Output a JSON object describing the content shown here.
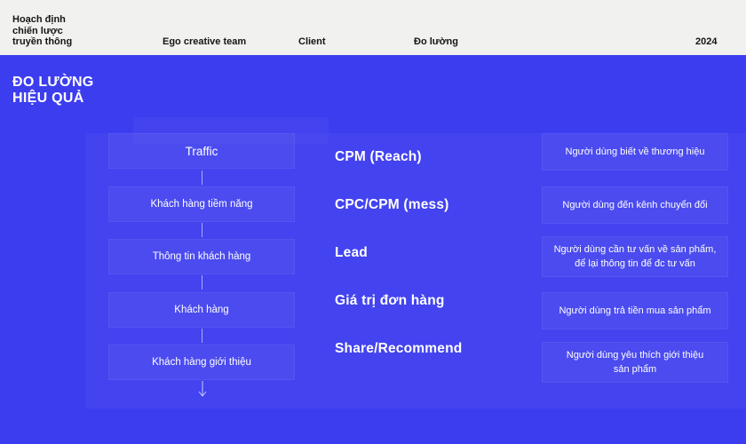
{
  "header": {
    "brand_lines": [
      "Hoạch định",
      "chiến lược",
      "truyền thông"
    ],
    "nav": [
      "Ego creative team",
      "Client",
      "Đo lường"
    ],
    "year": "2024"
  },
  "section": {
    "title_line1": "ĐO LƯỜNG",
    "title_line2": "HIỆU QUẢ"
  },
  "funnel": [
    "Traffic",
    "Khách hàng tiềm năng",
    "Thông tin khách hàng",
    "Khách hàng",
    "Khách hàng giới thiệu"
  ],
  "metrics": [
    "CPM (Reach)",
    "CPC/CPM (mess)",
    "Lead",
    "Giá trị đơn hàng",
    "Share/Recommend"
  ],
  "descriptions": [
    {
      "line1": "Người dùng biết về thương hiệu",
      "line2": ""
    },
    {
      "line1": "Người dùng đến kênh chuyển đổi",
      "line2": ""
    },
    {
      "line1": "Người dùng cần tư vấn về sản phẩm,",
      "line2": "để lại thông tin để đc tư vấn"
    },
    {
      "line1": "Người dùng trả tiền mua sản phẩm",
      "line2": ""
    },
    {
      "line1": "Người dùng yêu thích giới thiệu",
      "line2": "sản phẩm"
    }
  ],
  "colors": {
    "background": "#3d3df0",
    "header_background": "#f1f1ef",
    "header_text": "#151515",
    "text": "#ffffff"
  }
}
